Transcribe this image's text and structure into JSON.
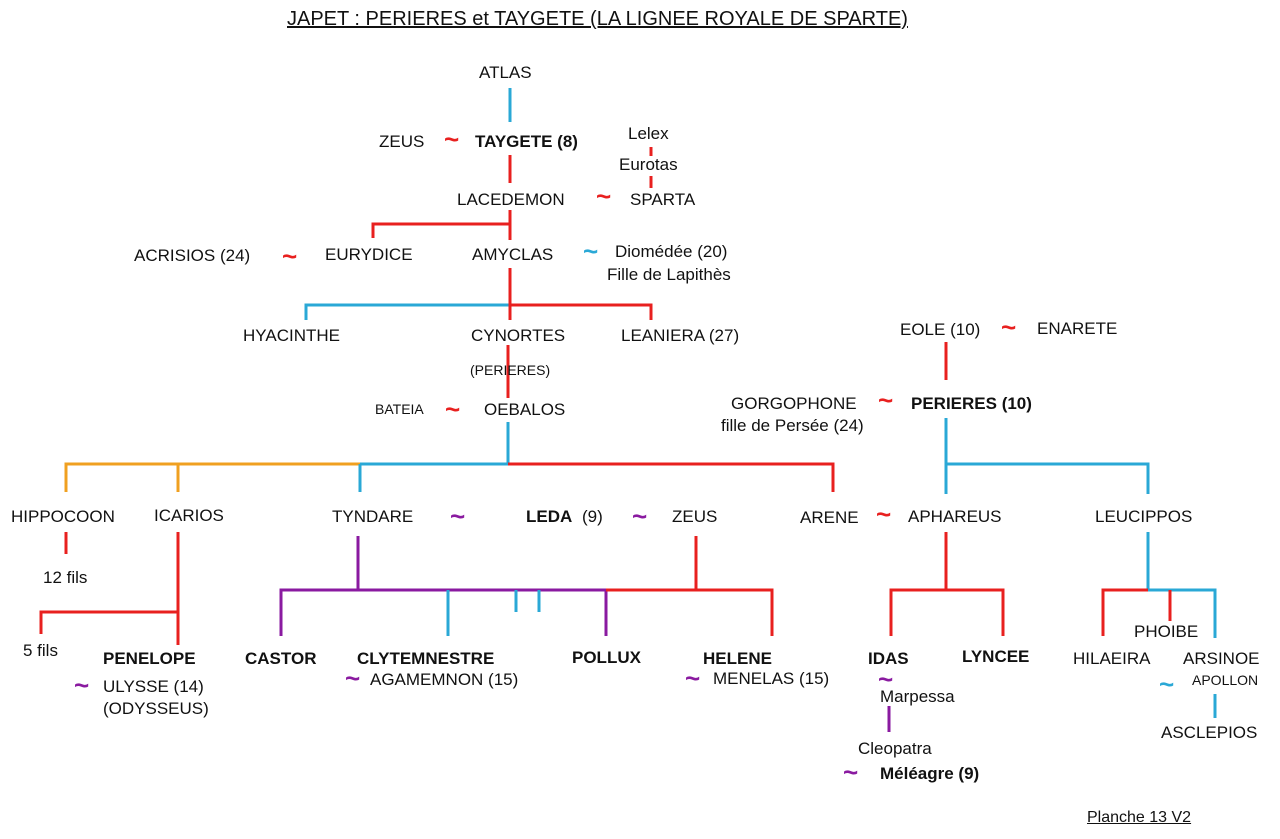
{
  "title": "JAPET :  PERIERES et TAYGETE (LA LIGNEE ROYALE DE SPARTE)",
  "plate": "Planche 13 V2",
  "marriage_symbol": "~",
  "colors": {
    "red": "#e8201f",
    "blue": "#2aa8d6",
    "orange": "#f0a020",
    "purple": "#8a1aa0",
    "text": "#111111"
  },
  "people": {
    "atlas": "ATLAS",
    "zeus1": "ZEUS",
    "taygete": "TAYGETE (8)",
    "lelex": "Lelex",
    "eurotas": "Eurotas",
    "lacedemon": "LACEDEMON",
    "sparta": "SPARTA",
    "acrisios": "ACRISIOS (24)",
    "eurydice": "EURYDICE",
    "amyclas": "AMYCLAS",
    "diomedee": "Diomédée (20)",
    "diomedee_note": "Fille de Lapithès",
    "hyacinthe": "HYACINTHE",
    "cynortes": "CYNORTES",
    "cynortes_note": "(PERIERES)",
    "leaniera": "LEANIERA (27)",
    "bateia": "BATEIA",
    "oebalos": "OEBALOS",
    "eole": "EOLE (10)",
    "enarete": "ENARETE",
    "gorgophone": "GORGOPHONE",
    "gorgophone_note": "fille de Persée (24)",
    "perieres": "PERIERES (10)",
    "hippocoon": "HIPPOCOON",
    "icarios": "ICARIOS",
    "tyndare": "TYNDARE",
    "leda": "LEDA",
    "leda_num": "(9)",
    "zeus2": "ZEUS",
    "arene": "ARENE",
    "aphareus": "APHAREUS",
    "leucippos": "LEUCIPPOS",
    "fils12": "12 fils",
    "fils5": "5 fils",
    "penelope": "PENELOPE",
    "ulysse": "ULYSSE (14)",
    "odysseus": "(ODYSSEUS)",
    "castor": "CASTOR",
    "clytemnestre": "CLYTEMNESTRE",
    "agamemnon": "AGAMEMNON (15)",
    "pollux": "POLLUX",
    "helene": "HELENE",
    "menelas": "MENELAS (15)",
    "idas": "IDAS",
    "marpessa": "Marpessa",
    "cleopatra": "Cleopatra",
    "meleagre": "Méléagre (9)",
    "lyncee": "LYNCEE",
    "phoibe": "PHOIBE",
    "hilaeira": "HILAEIRA",
    "arsinoe": "ARSINOE",
    "apollon": "APOLLON",
    "asclepios": "ASCLEPIOS"
  }
}
